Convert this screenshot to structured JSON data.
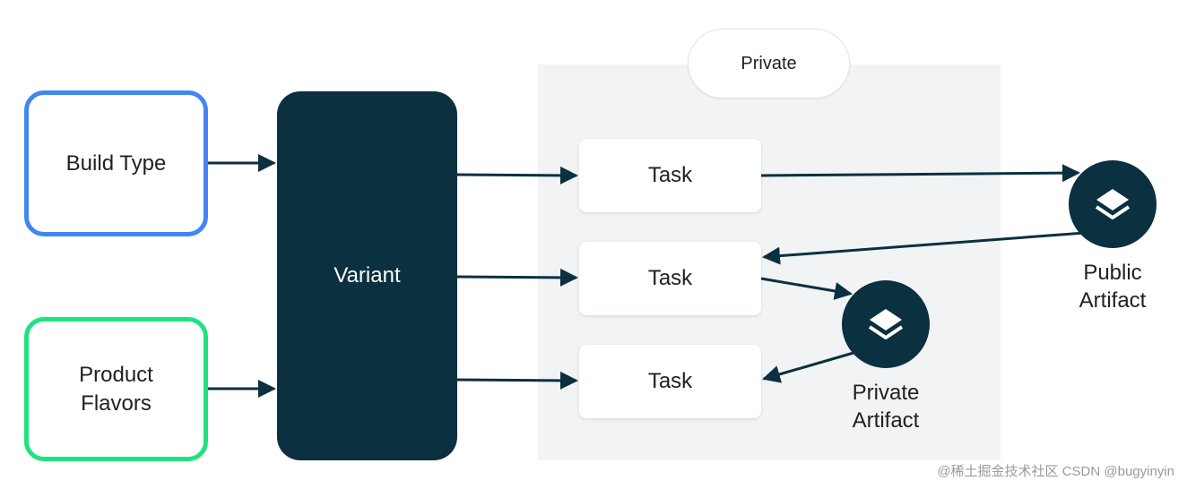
{
  "private_region": {
    "label": "Private"
  },
  "inputs": {
    "build_type": "Build Type",
    "product_flavors": "Product\nFlavors"
  },
  "variant": {
    "label": "Variant"
  },
  "tasks": [
    {
      "label": "Task"
    },
    {
      "label": "Task"
    },
    {
      "label": "Task"
    }
  ],
  "artifacts": {
    "public": {
      "label": "Public\nArtifact",
      "icon": "layers-icon"
    },
    "private": {
      "label": "Private\nArtifact",
      "icon": "layers-icon"
    }
  },
  "watermark": "@稀土掘金技术社区 CSDN @bugyinyin",
  "colors": {
    "build_type_border": "#4285f4",
    "product_flavors_border": "#1ee37f",
    "dark_teal": "#0b3040",
    "private_region_bg": "#f1f3f4"
  }
}
